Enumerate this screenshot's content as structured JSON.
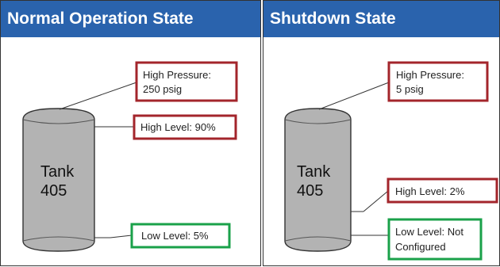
{
  "colors": {
    "header_bg": "#2a63ad",
    "header_text": "#ffffff",
    "tank_fill": "#b3b3b3",
    "red_box": "#a3252b",
    "green_box": "#1aa14a"
  },
  "panels": [
    {
      "title": "Normal Operation State",
      "tank": {
        "line1": "Tank",
        "line2": "405"
      },
      "callouts": [
        {
          "lines": [
            "High Pressure:",
            "250 psig"
          ],
          "status": "alarm"
        },
        {
          "lines": [
            "High Level: 90%"
          ],
          "status": "alarm"
        },
        {
          "lines": [
            "Low Level: 5%"
          ],
          "status": "ok"
        }
      ]
    },
    {
      "title": "Shutdown State",
      "tank": {
        "line1": "Tank",
        "line2": "405"
      },
      "callouts": [
        {
          "lines": [
            "High Pressure:",
            "5 psig"
          ],
          "status": "alarm"
        },
        {
          "lines": [
            "High Level: 2%"
          ],
          "status": "alarm"
        },
        {
          "lines": [
            "Low Level: Not",
            "Configured"
          ],
          "status": "ok"
        }
      ]
    }
  ]
}
